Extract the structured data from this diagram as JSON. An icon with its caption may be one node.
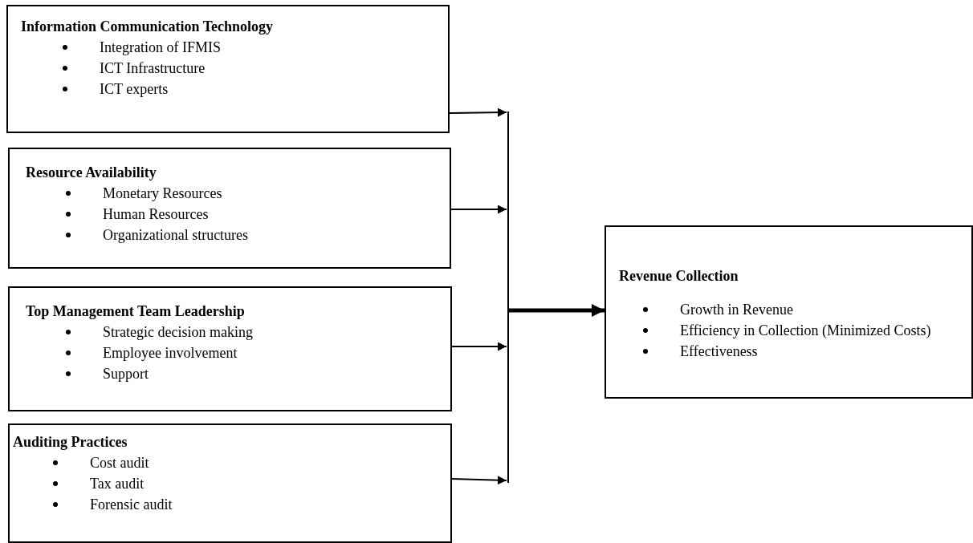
{
  "diagram": {
    "nodes": [
      {
        "text": [
          "Information Communication Technology",
          "Integration of IFMIS",
          "ICT Infrastructure",
          "ICT experts"
        ]
      },
      {
        "text": [
          "Resource Availability",
          "Monetary Resources",
          "Human Resources",
          "Organizational structures"
        ]
      },
      {
        "text": [
          "Top Management Team Leadership",
          "Strategic decision making",
          "Employee involvement",
          "Support"
        ]
      },
      {
        "text": [
          "Auditing Practices",
          "Cost audit",
          "Tax audit",
          "Forensic audit"
        ]
      },
      {
        "text": [],
        "shape": "bar"
      },
      {
        "text": [
          "Revenue Collection",
          "Growth in Revenue",
          "Efficiency in Collection (Minimized Costs)",
          "Effectiveness"
        ]
      }
    ],
    "edges": [
      {
        "from": 0,
        "to": 4,
        "arrow": "to"
      },
      {
        "from": 1,
        "to": 4,
        "arrow": "to"
      },
      {
        "from": 2,
        "to": 4,
        "arrow": "to"
      },
      {
        "from": 3,
        "to": 4,
        "arrow": "to"
      },
      {
        "from": 4,
        "to": 5,
        "arrow": "to",
        "style": "thick"
      }
    ]
  }
}
